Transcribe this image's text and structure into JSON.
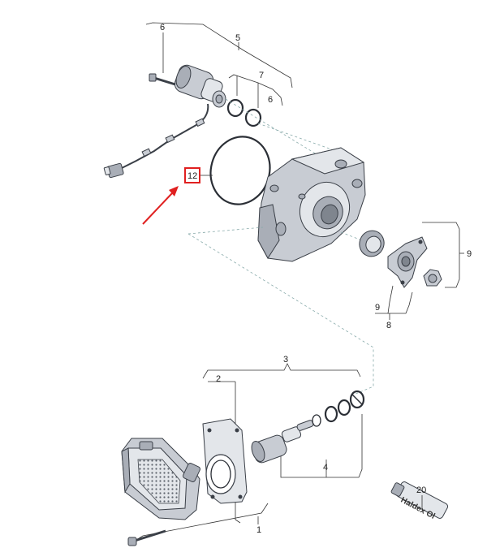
{
  "callouts": {
    "c6_top": "6",
    "c5": "5",
    "c7": "7",
    "c6_ring": "6",
    "c12": "12",
    "c9_right": "9",
    "c9_bottom": "9",
    "c8": "8",
    "c3": "3",
    "c2": "2",
    "c4": "4",
    "c1": "1",
    "c20": "20"
  },
  "bottle_label": "Haldex Ol",
  "colors": {
    "highlight": "#e02020",
    "part_fill": "#c8ccd3",
    "outline": "#3a3f47"
  }
}
